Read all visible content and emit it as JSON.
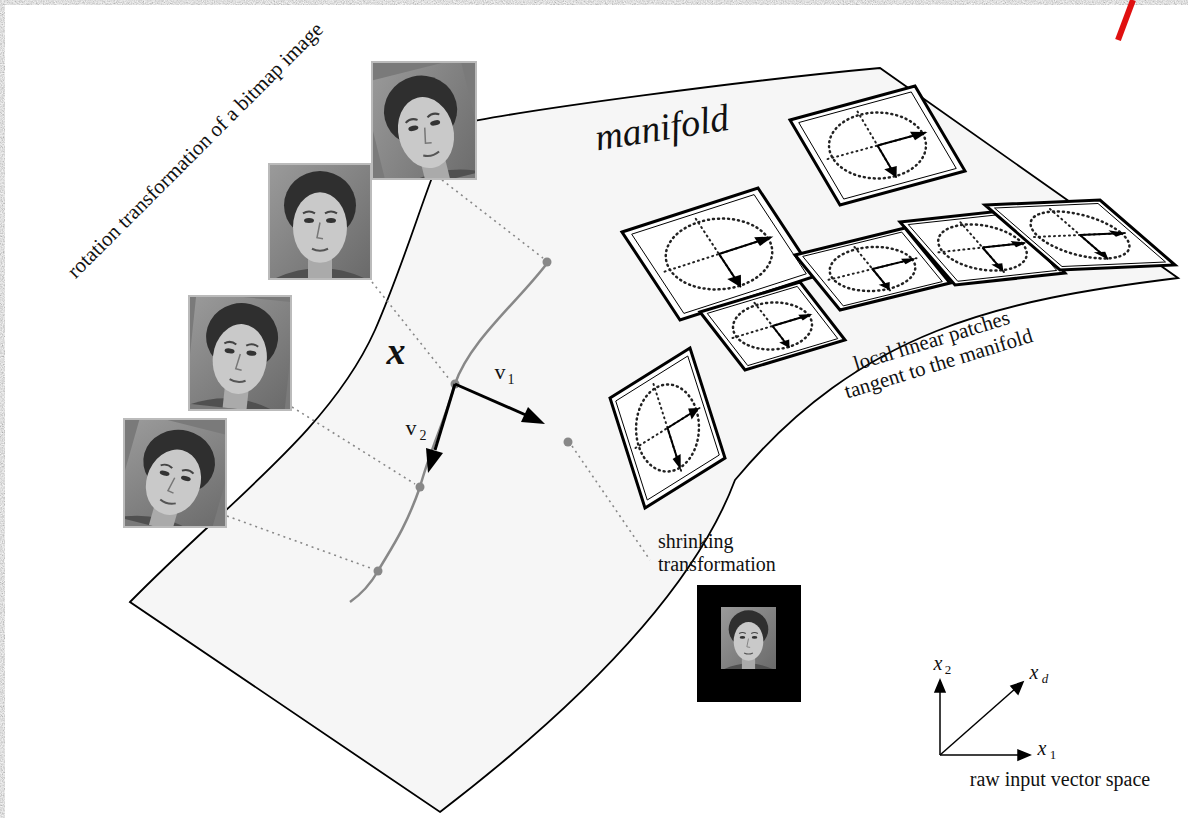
{
  "diagram": {
    "labels": [
      "rotation transformation of a bitmap image",
      "manifold",
      "x",
      "v",
      "2",
      "v",
      "1",
      "local linear patches tangent to the manifold",
      "shrinking transformation",
      "x",
      "2",
      "x",
      "d",
      "x",
      "1",
      "raw input vector space"
    ]
  }
}
